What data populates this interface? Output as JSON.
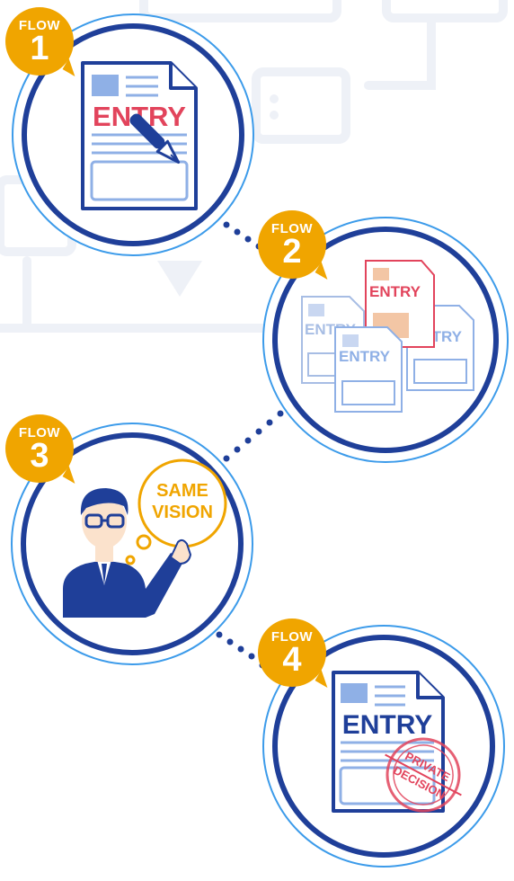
{
  "steps": [
    {
      "label": "FLOW",
      "number": "1",
      "card_text": "ENTRY"
    },
    {
      "label": "FLOW",
      "number": "2",
      "card_text": "ENTRY"
    },
    {
      "label": "FLOW",
      "number": "3",
      "bubble_line1": "SAME",
      "bubble_line2": "VISION"
    },
    {
      "label": "FLOW",
      "number": "4",
      "card_text": "ENTRY",
      "stamp_line1": "PRIVATE",
      "stamp_line2": "DECISION"
    }
  ],
  "colors": {
    "navy": "#1f3f99",
    "ring": "#3c9bea",
    "badge": "#f0a500",
    "entry_red": "#e2445c",
    "card_blue": "#8fb0e6",
    "background_art": "#eef1f7"
  }
}
